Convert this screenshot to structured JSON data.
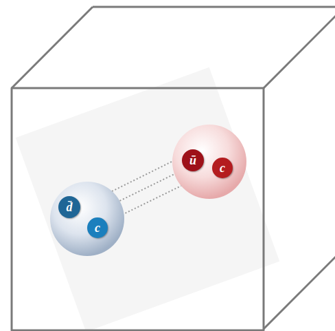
{
  "diagram": {
    "nodes": [
      {
        "text": [
          "d̄"
        ]
      },
      {
        "text": [
          "c"
        ]
      },
      {
        "text": [
          "ū"
        ]
      },
      {
        "text": [
          "c"
        ]
      }
    ]
  }
}
